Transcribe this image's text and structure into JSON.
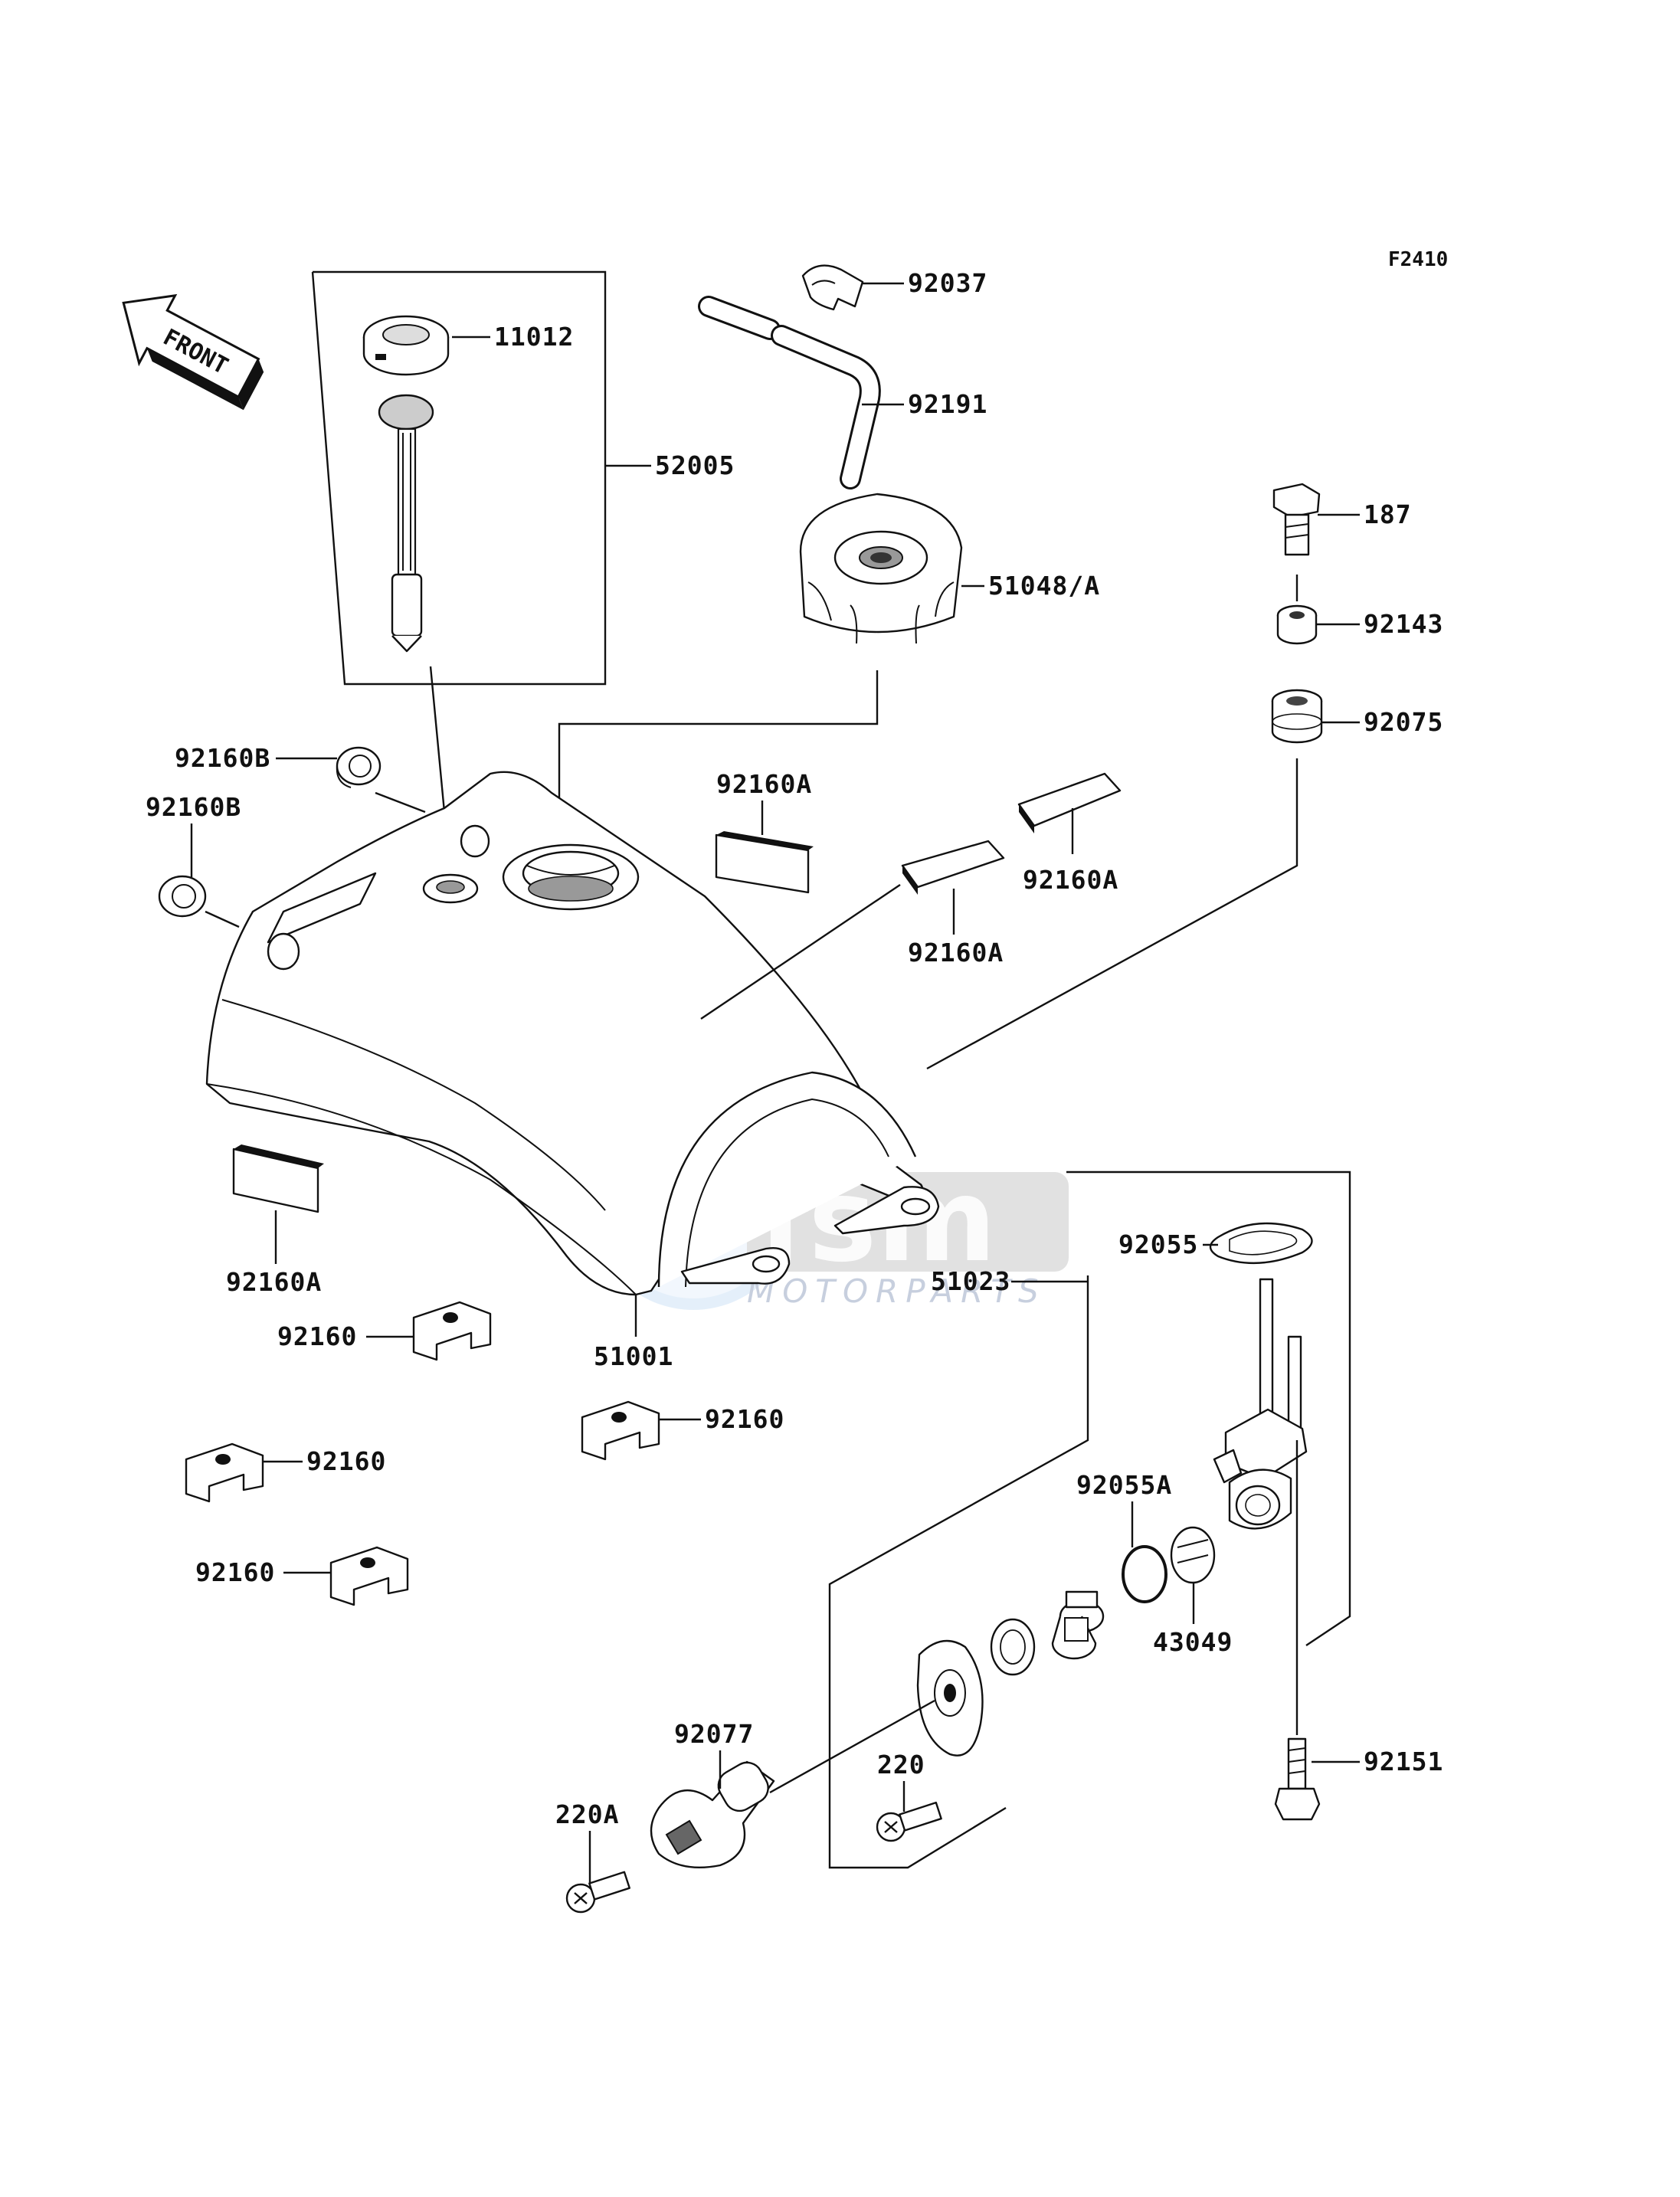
{
  "figure": {
    "code": "F2410"
  },
  "direction_arrow": {
    "label": "FRONT"
  },
  "watermark": {
    "brand": "fsm",
    "sub": "MOTORPARTS"
  },
  "parts": [
    {
      "id": "p-11012",
      "number": "11012"
    },
    {
      "id": "p-52005",
      "number": "52005"
    },
    {
      "id": "p-92037",
      "number": "92037"
    },
    {
      "id": "p-92191",
      "number": "92191"
    },
    {
      "id": "p-51048a",
      "number": "51048/A"
    },
    {
      "id": "p-187",
      "number": "187"
    },
    {
      "id": "p-92143",
      "number": "92143"
    },
    {
      "id": "p-92075",
      "number": "92075"
    },
    {
      "id": "p-92160b-1",
      "number": "92160B"
    },
    {
      "id": "p-92160b-2",
      "number": "92160B"
    },
    {
      "id": "p-92160a-1",
      "number": "92160A"
    },
    {
      "id": "p-92160a-2",
      "number": "92160A"
    },
    {
      "id": "p-92160a-3",
      "number": "92160A"
    },
    {
      "id": "p-92160a-4",
      "number": "92160A"
    },
    {
      "id": "p-92055",
      "number": "92055"
    },
    {
      "id": "p-51023",
      "number": "51023"
    },
    {
      "id": "p-51001",
      "number": "51001"
    },
    {
      "id": "p-92160-1",
      "number": "92160"
    },
    {
      "id": "p-92160-2",
      "number": "92160"
    },
    {
      "id": "p-92160-3",
      "number": "92160"
    },
    {
      "id": "p-92160-4",
      "number": "92160"
    },
    {
      "id": "p-92055a",
      "number": "92055A"
    },
    {
      "id": "p-43049",
      "number": "43049"
    },
    {
      "id": "p-92077",
      "number": "92077"
    },
    {
      "id": "p-220",
      "number": "220"
    },
    {
      "id": "p-220a",
      "number": "220A"
    },
    {
      "id": "p-92151",
      "number": "92151"
    }
  ]
}
